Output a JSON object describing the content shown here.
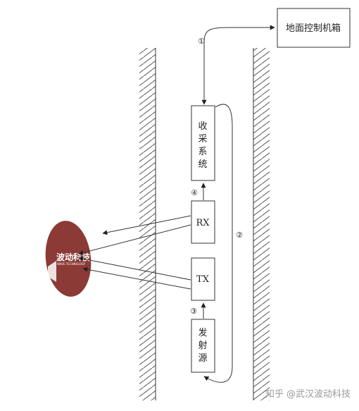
{
  "labels": {
    "ground_box": "地面控制机箱",
    "acq_lines": [
      "收",
      "采",
      "系",
      "统"
    ],
    "rx": "RX",
    "tx": "TX",
    "src_lines": [
      "发",
      "射",
      "源"
    ]
  },
  "markers": {
    "m1": "①",
    "m2": "②",
    "m3": "③",
    "m4": "④"
  },
  "logo": {
    "text": "波动科技",
    "sub": "WAVE TECHNOLOGY"
  },
  "watermark": "知乎 @武汉波动科技",
  "colors": {
    "target_fill": "#8b3a36",
    "line": "#333333"
  }
}
